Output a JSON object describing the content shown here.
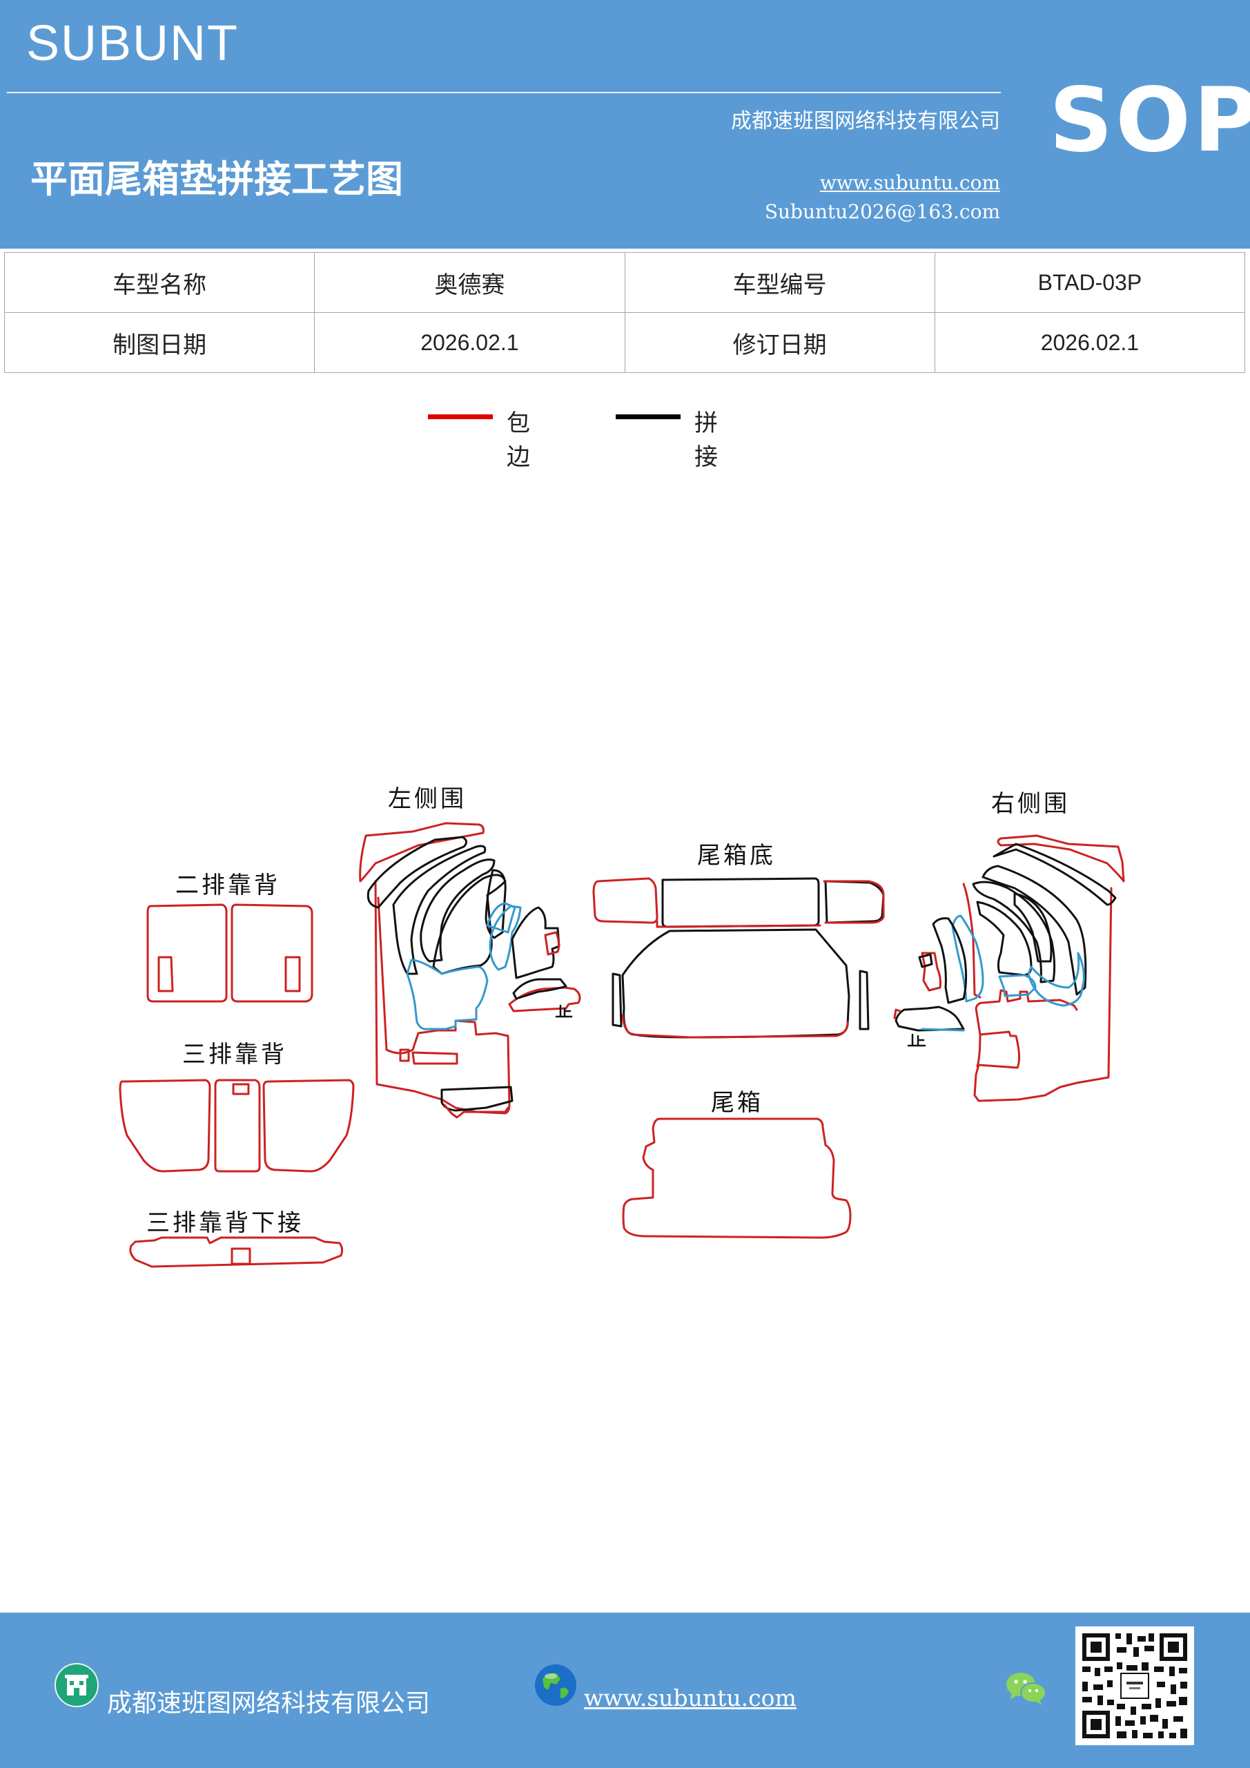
{
  "header": {
    "brand": "SUBUNT",
    "company": "成都速班图网络科技有限公司",
    "title": "平面尾箱垫拼接工艺图",
    "website": "www.subuntu.com",
    "email": "Subuntu2026@163.com",
    "badge": "SOP",
    "bg_color": "#5b9bd5"
  },
  "info_table": {
    "rows": [
      {
        "label1": "车型名称",
        "value1": "奥德赛",
        "label2": "车型编号",
        "value2": "BTAD-03P"
      },
      {
        "label1": "制图日期",
        "value1": "2026.02.1",
        "label2": "修订日期",
        "value2": "2026.02.1"
      }
    ]
  },
  "legend": [
    {
      "label": "包边",
      "color": "#e00000"
    },
    {
      "label": "拼接",
      "color": "#000000"
    }
  ],
  "diagram": {
    "labels": {
      "left_side": "左侧围",
      "right_side": "右侧围",
      "second_row_back": "二排靠背",
      "third_row_back": "三排靠背",
      "third_row_lower": "三排靠背下接",
      "trunk_floor": "尾箱底",
      "trunk": "尾箱",
      "stop_left": "止",
      "stop_right": "止"
    },
    "colors": {
      "edge": "#cc2222",
      "seam": "#111111",
      "blue": "#3399cc"
    }
  },
  "footer": {
    "company": "成都速班图网络科技有限公司",
    "website": "www.subuntu.com",
    "building_icon": "building-icon",
    "globe_icon": "globe-icon",
    "wechat_icon": "wechat-icon",
    "qr_icon": "qr-code-icon"
  }
}
